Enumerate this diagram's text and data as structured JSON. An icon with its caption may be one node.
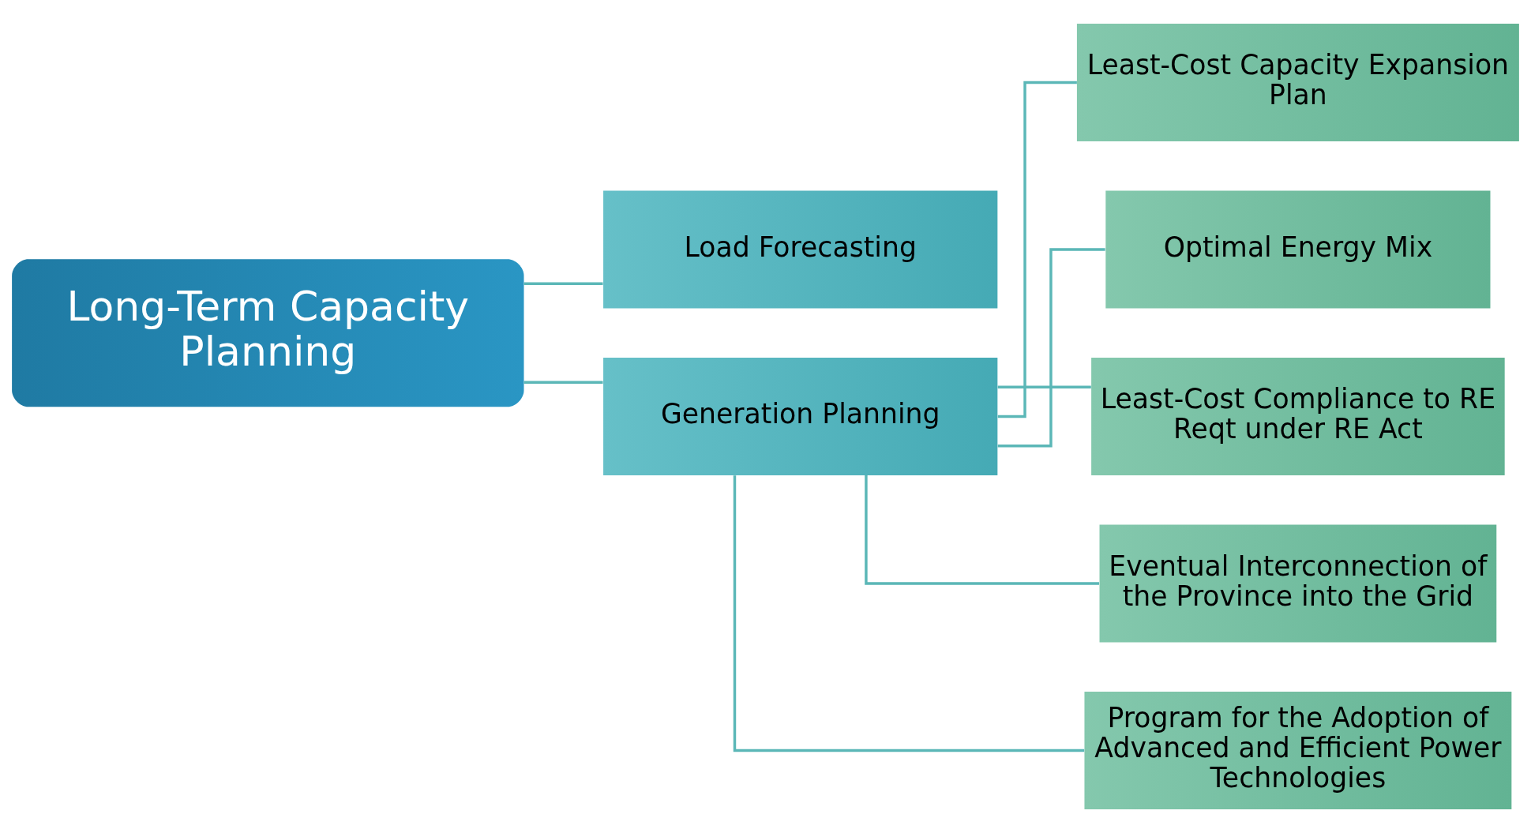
{
  "diagram": {
    "nodes": [
      {
        "text": [
          "Long-Term Capacity Planning"
        ]
      },
      {
        "text": [
          "Load Forecasting"
        ]
      },
      {
        "text": [
          "Generation Planning"
        ]
      },
      {
        "text": [
          "Least-Cost Capacity Expansion Plan"
        ]
      },
      {
        "text": [
          "Optimal Energy Mix"
        ]
      },
      {
        "text": [
          "Least-Cost Compliance to RE Reqt under RE Act"
        ]
      },
      {
        "text": [
          "Eventual Interconnection of the Province into the Grid"
        ]
      },
      {
        "text": [
          "Program for the Adoption of Advanced and Efficient Power Technologies"
        ]
      }
    ],
    "edges": [
      {
        "from": 0,
        "to": 1,
        "arrow": "none"
      },
      {
        "from": 0,
        "to": 2,
        "arrow": "none"
      },
      {
        "from": 2,
        "to": 3,
        "arrow": "none"
      },
      {
        "from": 2,
        "to": 4,
        "arrow": "none"
      },
      {
        "from": 2,
        "to": 5,
        "arrow": "none"
      },
      {
        "from": 2,
        "to": 6,
        "arrow": "none"
      },
      {
        "from": 2,
        "to": 7,
        "arrow": "none"
      }
    ]
  }
}
